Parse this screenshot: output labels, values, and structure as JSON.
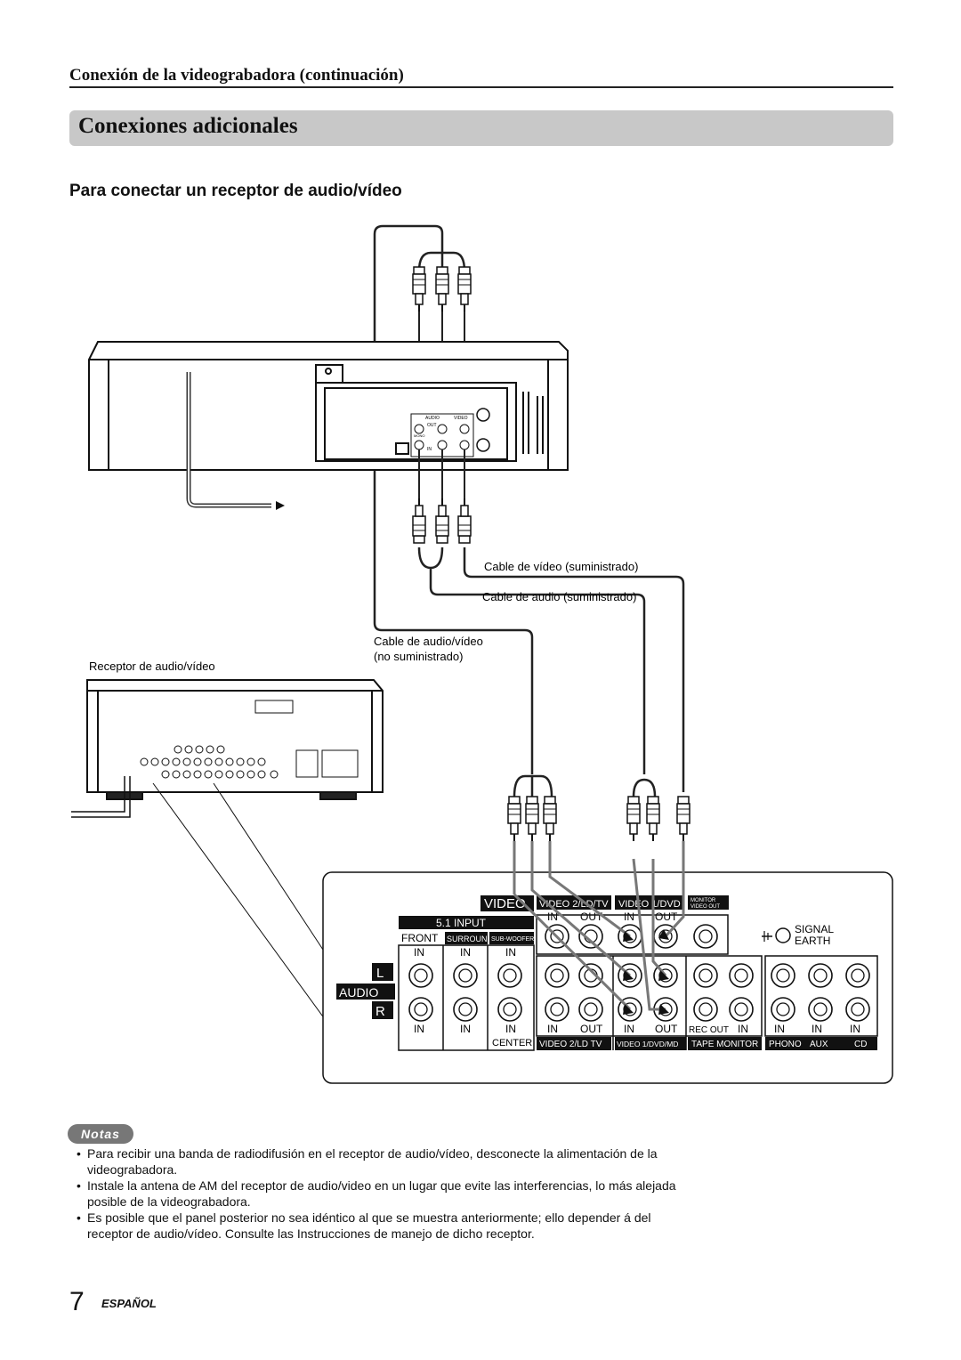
{
  "header": {
    "section_heading": "Conexión de la videograbadora (continuación)",
    "title": "Conexiones adicionales",
    "subsection": "Para conectar un receptor de audio/vídeo"
  },
  "diagram": {
    "cable_video": "Cable de vídeo (suministrado)",
    "cable_audio": "Cable de audio (suministrado)",
    "cable_av_line1": "Cable de audio/vídeo",
    "cable_av_line2": "(no suministrado)",
    "receiver_label": "Receptor de audio/vídeo",
    "vcr_jacks": {
      "audio": "AUDIO",
      "video": "VIDEO",
      "out": "OUT",
      "in": "IN",
      "mono": "MONO"
    },
    "panel": {
      "video_label": "VIDEO",
      "video2_header": "VIDEO 2/LD/TV",
      "video1_header": "VIDEO 1/DVD",
      "monitor_header_1": "MONITOR",
      "monitor_header_2": "VIDEO OUT",
      "input_51": "5.1 INPUT",
      "front": "FRONT",
      "surround": "SURROUND",
      "subwoofer": "SUB-WOOFER",
      "center": "CENTER",
      "in": "IN",
      "out": "OUT",
      "rec_out": "REC OUT",
      "l": "L",
      "audio": "AUDIO",
      "r": "R",
      "signal": "SIGNAL",
      "earth": "EARTH",
      "bottom_video2": "VIDEO 2/LD TV",
      "bottom_video1": "VIDEO 1/DVD/MD",
      "tape_monitor": "TAPE MONITOR",
      "phono": "PHONO",
      "aux": "AUX",
      "cd": "CD"
    }
  },
  "notes": {
    "badge": "Notas",
    "items": [
      "Para recibir una banda de radiodifusión en el receptor de audio/vídeo, desconecte la alimentación de la videograbadora.",
      "Instale la antena de AM del receptor de audio/video en un lugar que evite las interferencias, lo más alejada posible de la videograbadora.",
      "Es posible que el panel posterior no sea idéntico al que se muestra anteriormente; ello depender á del receptor de audio/vídeo. Consulte las Instrucciones de manejo de dicho receptor."
    ]
  },
  "footer": {
    "page_number": "7",
    "language": "ESPAÑOL"
  }
}
